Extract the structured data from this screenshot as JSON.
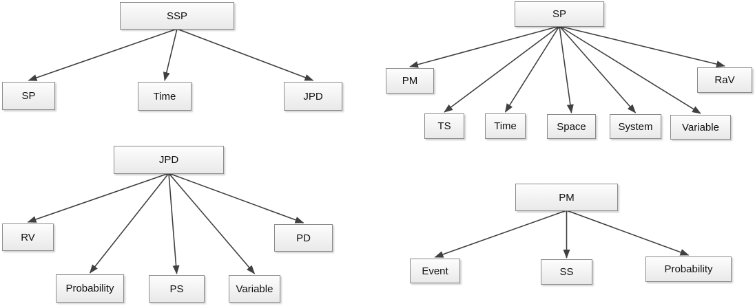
{
  "colors": {
    "background": "#ffffff",
    "node_border": "#8a8a8a",
    "node_fill_top": "#fdfdfd",
    "node_fill_bottom": "#e9e9e9",
    "arrow": "#404040",
    "text": "#111111"
  },
  "trees": [
    {
      "name": "ssp-tree",
      "root": "SSP",
      "children": [
        "SP",
        "Time",
        "JPD"
      ]
    },
    {
      "name": "sp-tree",
      "root": "SP",
      "children": [
        "PM",
        "TS",
        "Time",
        "Space",
        "System",
        "Variable",
        "RaV"
      ]
    },
    {
      "name": "jpd-tree",
      "root": "JPD",
      "children": [
        "RV",
        "Probability",
        "PS",
        "Variable",
        "PD"
      ]
    },
    {
      "name": "pm-tree",
      "root": "PM",
      "children": [
        "Event",
        "SS",
        "Probability"
      ]
    }
  ]
}
